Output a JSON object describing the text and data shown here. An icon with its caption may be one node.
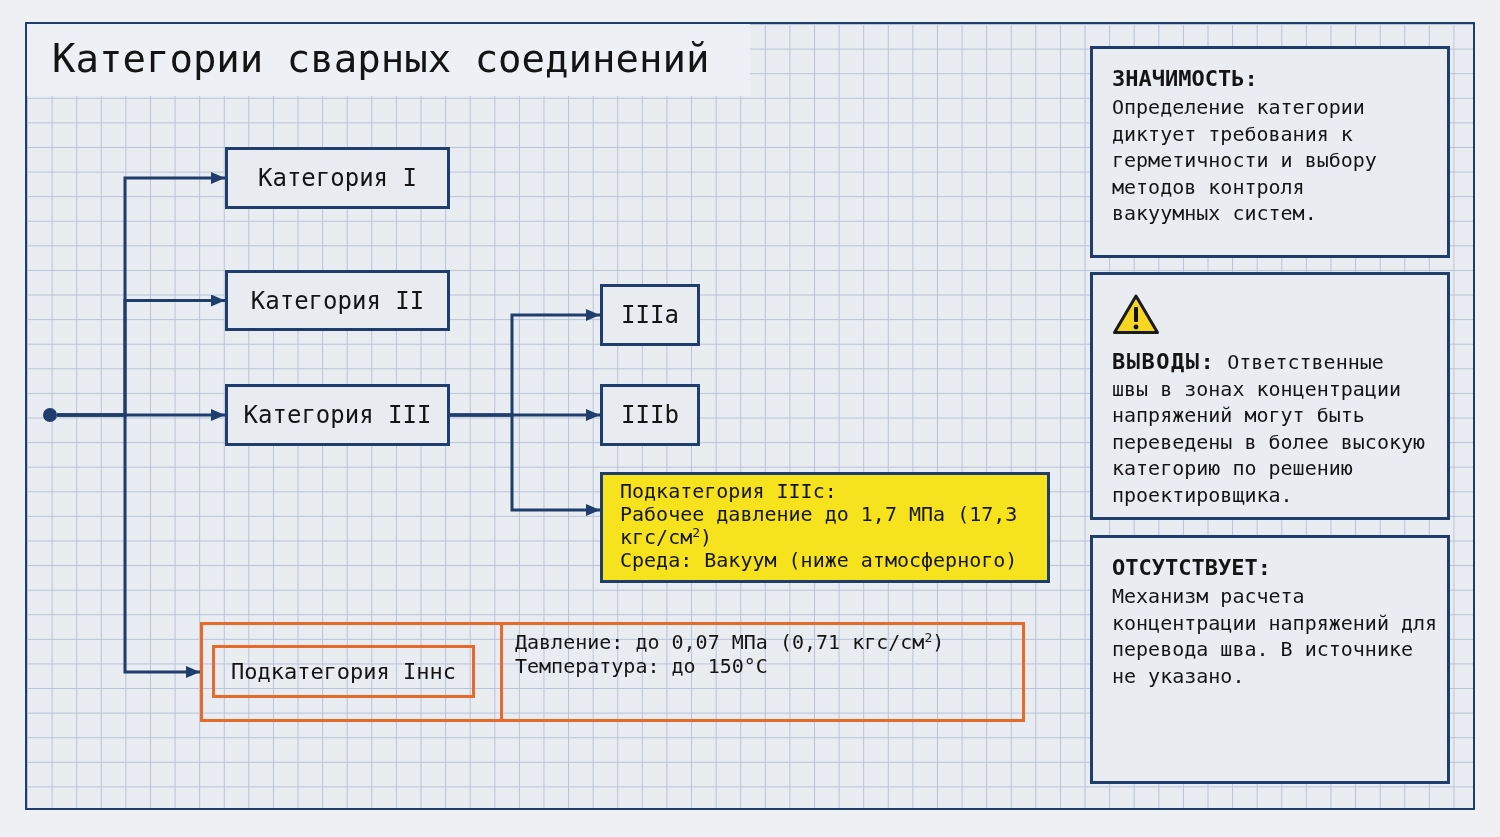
{
  "diagram": {
    "title": "Категории сварных соединений",
    "nodes": [
      {
        "text": [],
        "shape": "circle"
      },
      {
        "text": [
          "Категория I"
        ]
      },
      {
        "text": [
          "Категория II"
        ]
      },
      {
        "text": [
          "Категория III"
        ]
      },
      {
        "text": [
          "IIIa"
        ]
      },
      {
        "text": [
          "IIIb"
        ]
      },
      {
        "text": [
          "Подкатегория IIIc:",
          "Рабочее давление до 1,7 МПа (17,3 кгс/см$^{2}$)",
          "Среда: Вакуум (ниже атмосферного)"
        ]
      },
      {
        "text": [
          "Давление: до 0,07 МПа (0,71 кгс/см$^{2}$)",
          "Температура: до 150°C"
        ]
      },
      {
        "text": [
          "Подкатегория Iннс"
        ],
        "in": 7
      },
      {
        "text": [
          "ЗНАЧИМОСТЬ:",
          "Определение категории диктует требования к герметичности и выбору методов контроля вакуумных систем."
        ]
      },
      {
        "text": [
          "**ВЫВОДЫ:** Ответственные швы в зонах концентрации напряжений могут быть переведены в более высокую категорию по решению проектировщика."
        ]
      },
      {
        "text": [
          "ОТСУТСТВУЕТ:",
          "Механизм расчета концентрации напряжений для перевода шва. В источнике не указано."
        ]
      }
    ],
    "edges": [
      {
        "from": 0,
        "to": 1,
        "arrow": "to"
      },
      {
        "from": 0,
        "to": 2,
        "arrow": "to"
      },
      {
        "from": 0,
        "to": 3,
        "arrow": "to"
      },
      {
        "from": 0,
        "to": 7,
        "arrow": "to"
      },
      {
        "from": 3,
        "to": 4,
        "arrow": "to"
      },
      {
        "from": 3,
        "to": 5,
        "arrow": "to"
      },
      {
        "from": 3,
        "to": 6,
        "arrow": "to"
      }
    ]
  }
}
